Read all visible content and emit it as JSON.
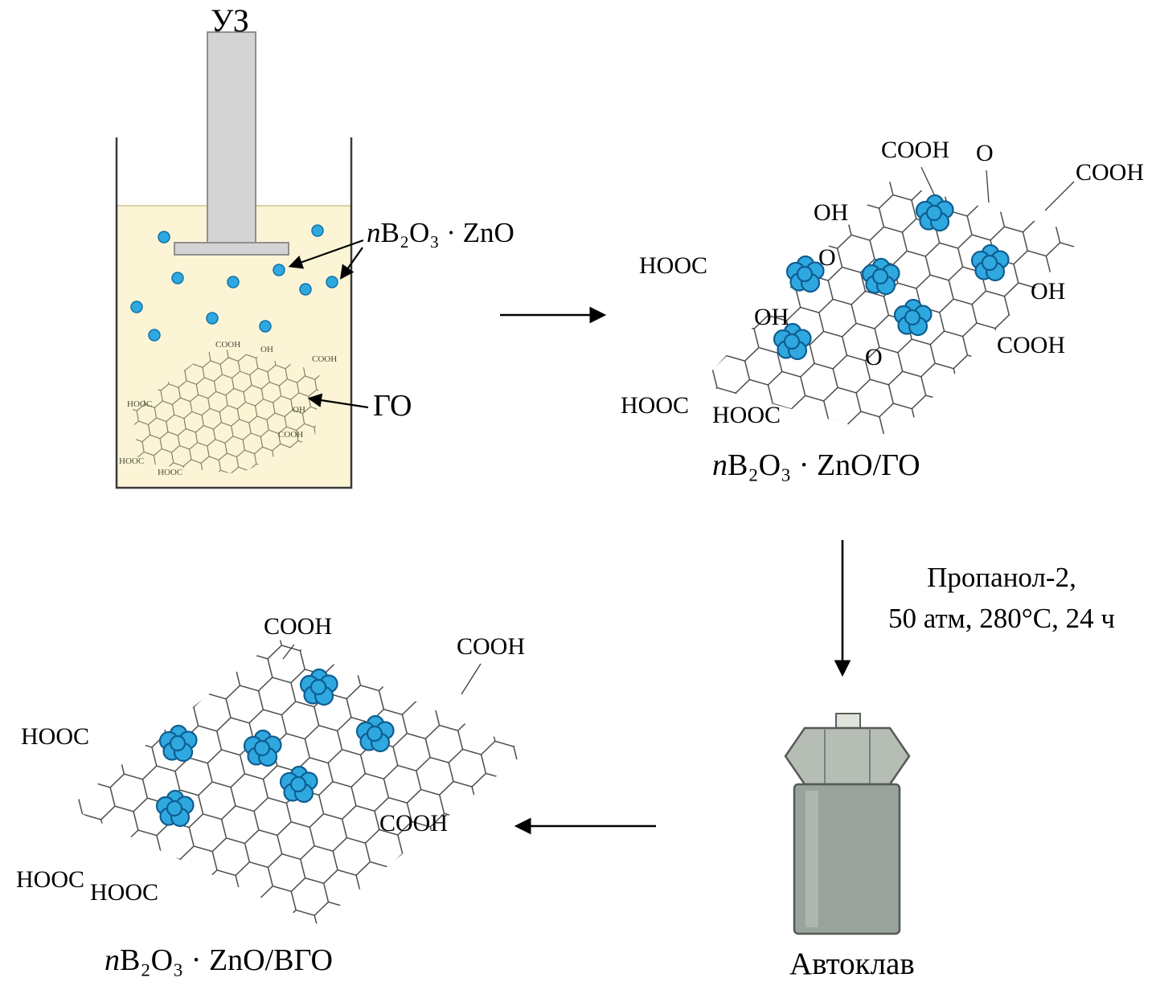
{
  "colors": {
    "particle_blue": "#2fa8e0",
    "particle_outline": "#0f5d90",
    "liquid_yellow": "#fbf5d6",
    "probe_gray": "#d4d4d4",
    "autoclave_gray": "#99a29b"
  },
  "beaker": {
    "ultrasound_label": "УЗ",
    "particles_label": {
      "prefix": "n",
      "formula": "B₂O₃ · ZnO"
    },
    "go_label": "ГО",
    "sketch_groups": [
      "COOH",
      "OH",
      "COOH",
      "HOOC",
      "OH",
      "COOH",
      "HOOC",
      "HOOC"
    ]
  },
  "go_sheet": {
    "caption": {
      "prefix": "n",
      "formula": "B₂O₃ · ZnO/ГО"
    },
    "groups": [
      "COOH",
      "O",
      "COOH",
      "OH",
      "HOOC",
      "O",
      "OH",
      "OH",
      "COOH",
      "O",
      "HOOC",
      "HOOC"
    ]
  },
  "process": {
    "line1": "Пропанол-2,",
    "line2": "50 атм, 280°C, 24 ч"
  },
  "autoclave": {
    "label": "Автоклав"
  },
  "vgo_sheet": {
    "caption": {
      "prefix": "n",
      "formula": "B₂O₃ · ZnO/ВГО"
    },
    "groups": [
      "COOH",
      "COOH",
      "HOOC",
      "COOH",
      "HOOC",
      "HOOC"
    ]
  }
}
